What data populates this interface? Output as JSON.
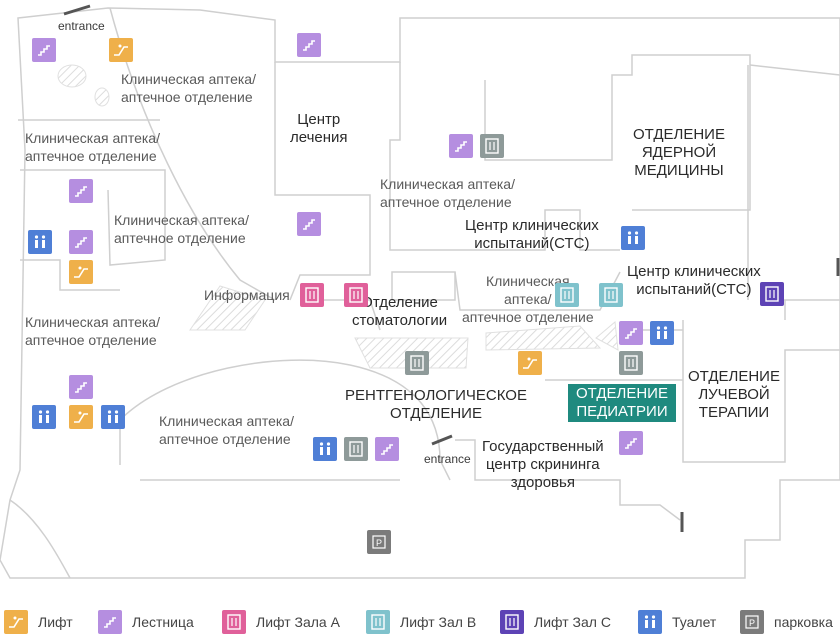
{
  "labels": {
    "entrance_top": "entrance",
    "entrance_mid": "entrance",
    "pharmacy_1": "Клиническая аптека/\nаптечное отделение",
    "pharmacy_2": "Клиническая аптека/\nаптечное отделение",
    "pharmacy_3": "Клиническая аптека/\nаптечное отделение",
    "pharmacy_4": "Клиническая аптека/\nаптечное отделение",
    "pharmacy_5": "Клиническая аптека/\nаптечное отделение",
    "pharmacy_6": "Клиническая\nаптека/\nаптечное отделение",
    "pharmacy_7": "Клиническая аптека/\nаптечное отделение",
    "treatment_center": "Центр\nлечения",
    "nuclear_medicine": "ОТДЕЛЕНИЕ\nЯДЕРНОЙ\nМЕДИЦИНЫ",
    "ctc_1": "Центр клинических\nиспытаний(СТС)",
    "ctc_2": "Центр клинических\nиспытаний(СТС)",
    "information": "Информация",
    "dentistry": "Отделение\nстоматологии",
    "radiology": "РЕНТГЕНОЛОГИЧЕСКОЕ\nОТДЕЛЕНИЕ",
    "pediatrics": "ОТДЕЛЕНИЕ\nПЕДИАТРИИ",
    "radiotherapy": "ОТДЕЛЕНИЕ\nЛУЧЕВОЙ\nТЕРАПИИ",
    "screening": "Государственный\nцентр скрининга\nздоровья"
  },
  "legend": [
    {
      "icon": "elevator-icon",
      "label": "Лифт"
    },
    {
      "icon": "stairs-icon",
      "label": "Лестница"
    },
    {
      "icon": "lift-hall-a-icon",
      "label": "Лифт Зала А"
    },
    {
      "icon": "lift-hall-b-icon",
      "label": "Лифт Зал В"
    },
    {
      "icon": "lift-hall-c-icon",
      "label": "Лифт Зал С"
    },
    {
      "icon": "toilet-icon",
      "label": "Туалет"
    },
    {
      "icon": "parking-icon",
      "label": "парковка"
    }
  ],
  "colors": {
    "stairs": "#b58ee0",
    "elevator": "#efb04a",
    "lift_hall_a": "#e0609a",
    "lift_hall_b": "#7fc2cc",
    "lift_hall_c": "#5d43b5",
    "toilet": "#4f7fd6",
    "parking": "#7b7b7b",
    "highlight": "#1f8a7f"
  }
}
